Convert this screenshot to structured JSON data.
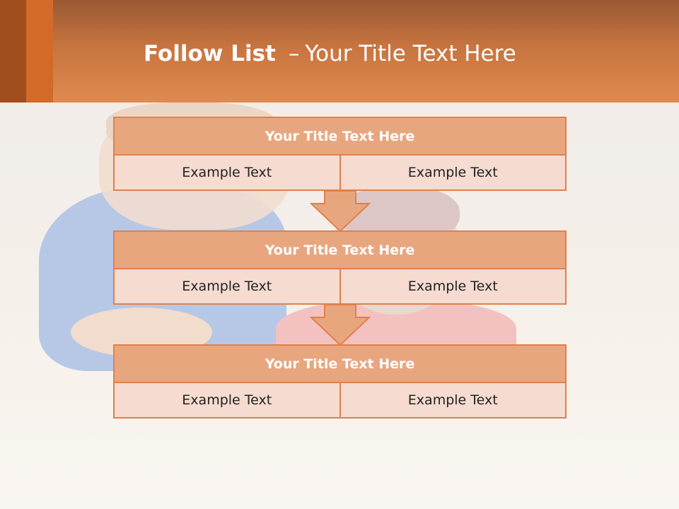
{
  "slide": {
    "title_bold": "Follow List",
    "title_dash": "–",
    "title_rest": "Your Title Text Here"
  },
  "colors": {
    "header_orange": "#df8a50",
    "block_title_fill": "#e8a67f",
    "block_cell_fill": "#f5dbd0",
    "border": "#e0814a"
  },
  "blocks": [
    {
      "title": "Your Title Text Here",
      "left": "Example Text",
      "right": "Example Text"
    },
    {
      "title": "Your Title Text Here",
      "left": "Example Text",
      "right": "Example Text"
    },
    {
      "title": "Your Title Text Here",
      "left": "Example Text",
      "right": "Example Text"
    }
  ]
}
